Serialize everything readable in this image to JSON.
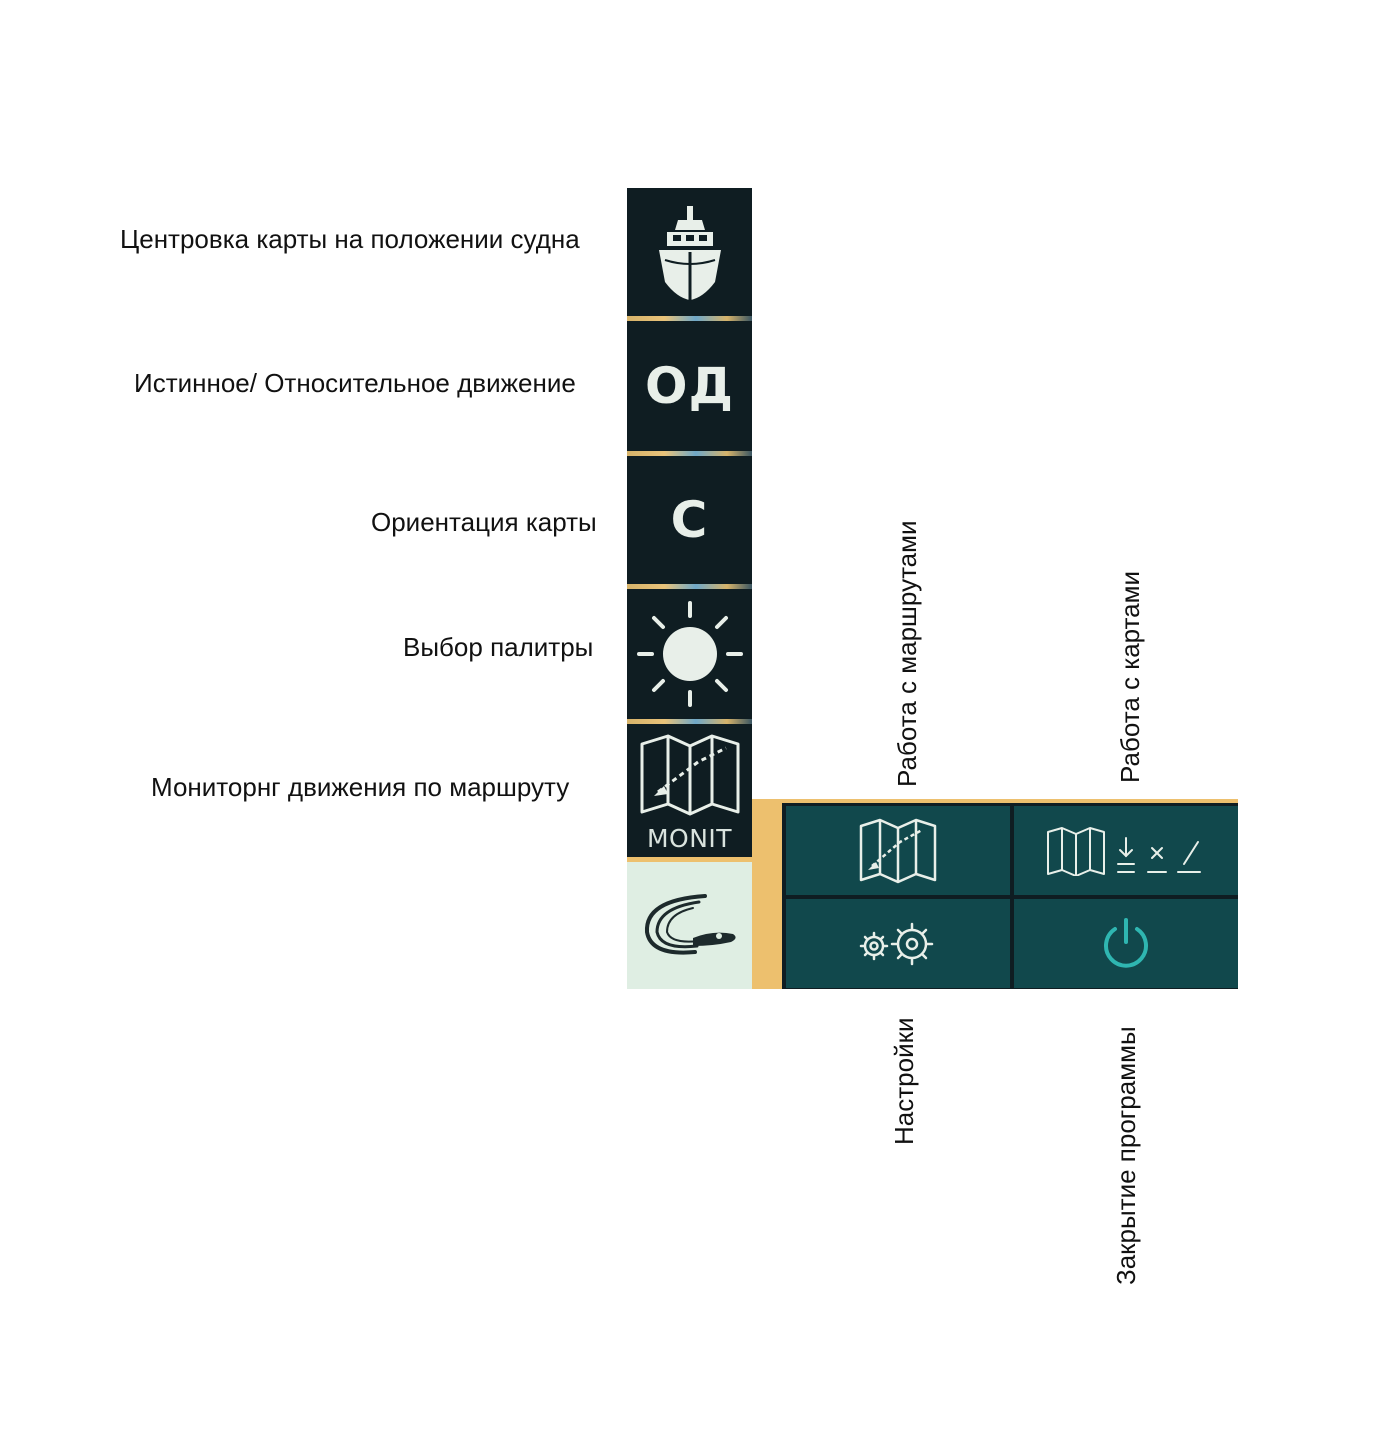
{
  "labels": {
    "center_ship": "Центровка карты на положении судна",
    "motion_mode": "Истинное/ Относительное движение",
    "orientation": "Ориентация карты",
    "palette": "Выбор палитры",
    "route_monitoring": "Мониторнг движения по маршруту",
    "routes": "Работа с маршрутами",
    "charts": "Работа с картами",
    "settings": "Настройки",
    "exit": "Закрытие программы"
  },
  "toolbar": {
    "center_ship_icon": "ship-icon",
    "motion_mode_text": "ОД",
    "orientation_text": "С",
    "palette_icon": "sun-icon",
    "route_monitoring_icon": "route-map-icon",
    "route_monitoring_text": "MONIT",
    "logo_icon": "app-logo"
  },
  "panel": {
    "routes_icon": "route-map-icon",
    "charts_icon": "chart-tools-icon",
    "settings_icon": "gears-icon",
    "exit_icon": "power-icon"
  },
  "colors": {
    "toolbar_bg": "#0f1d22",
    "panel_button_bg": "#11484c",
    "accent": "#edc06e",
    "power_icon": "#2fb6b1",
    "icon": "#e8efe9"
  }
}
